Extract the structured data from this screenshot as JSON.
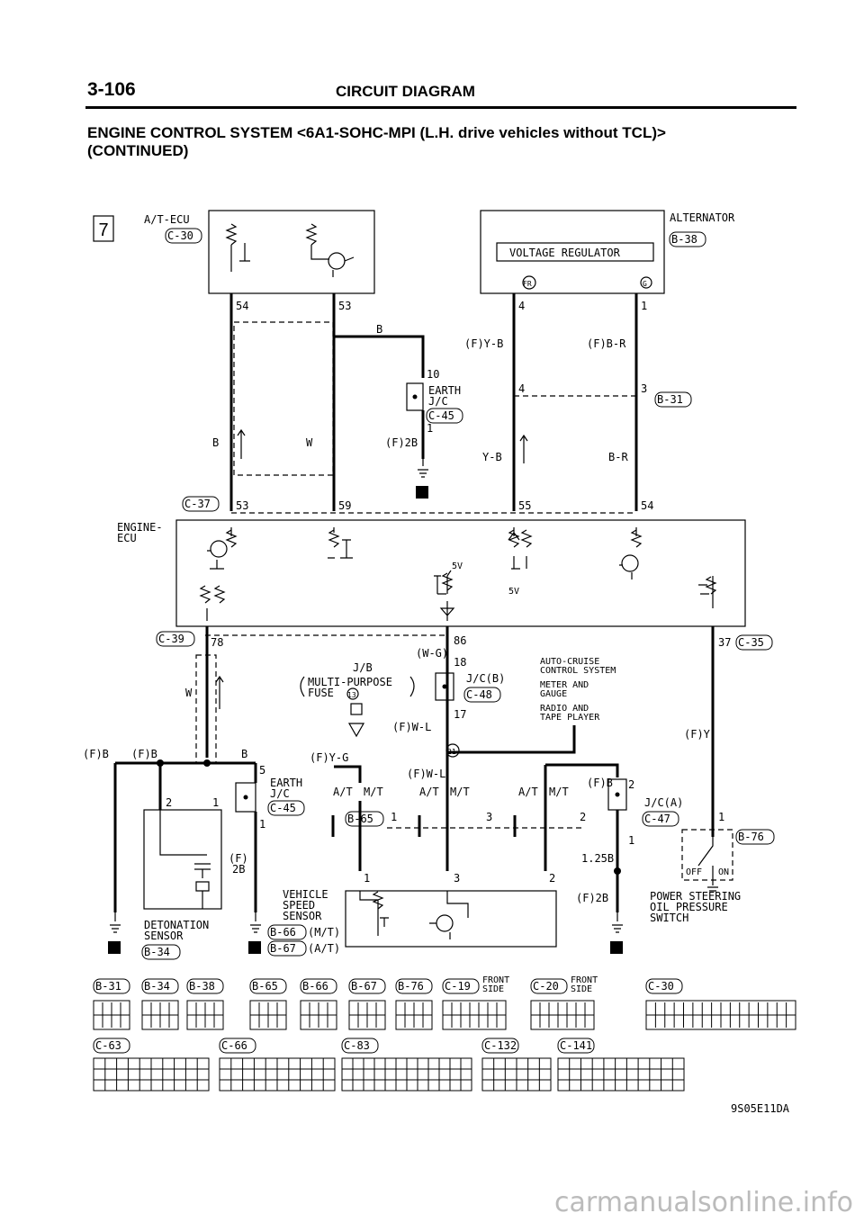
{
  "page": {
    "number": "3-106",
    "section": "CIRCUIT DIAGRAM",
    "title_line1": "ENGINE CONTROL SYSTEM <6A1-SOHC-MPI (L.H. drive vehicles without TCL)>",
    "title_line2": "(CONTINUED)",
    "figure_id": "9S05E11DA",
    "footer_site": "carmanualsonline.info"
  },
  "diagram": {
    "section_marker": "7",
    "components": {
      "at_ecu": {
        "name": "A/T-ECU",
        "connector": "C-30"
      },
      "alternator": {
        "name": "ALTERNATOR",
        "connector": "B-38",
        "inner": "VOLTAGE REGULATOR",
        "term_fr": "FR",
        "term_g": "G"
      },
      "engine_ecu": {
        "name": "ENGINE-",
        "name2": "ECU"
      },
      "earth_jc_top": {
        "name": "EARTH",
        "name2": "J/C",
        "connector": "C-45"
      },
      "earth_jc_bot": {
        "name": "EARTH",
        "name2": "J/C",
        "connector": "C-45"
      },
      "jb": {
        "name": "J/B",
        "fuse": "MULTI-PURPOSE",
        "fuse2": "FUSE",
        "fuse_no": "13"
      },
      "jc_b": {
        "name": "J/C(B)",
        "connector": "C-48"
      },
      "jc_a": {
        "name": "J/C(A)",
        "connector": "C-47"
      },
      "detonation": {
        "name": "DETONATION",
        "name2": "SENSOR",
        "connector": "B-34"
      },
      "vss": {
        "name": "VEHICLE",
        "name2": "SPEED",
        "name3": "SENSOR",
        "connector_mt": "B-66",
        "mt": "(M/T)",
        "connector_at": "B-67",
        "at": "(A/T)"
      },
      "ps_switch": {
        "name": "POWER STEERING",
        "name2": "OIL PRESSURE",
        "name3": "SWITCH",
        "connector": "B-76",
        "off": "OFF",
        "on": "ON"
      }
    },
    "notes": [
      "AUTO-CRUISE",
      "CONTROL SYSTEM",
      "METER AND",
      "GAUGE",
      "RADIO AND",
      "TAPE PLAYER"
    ],
    "labels": {
      "t54": "54",
      "t53": "53",
      "t4": "4",
      "t1": "1",
      "t10": "10",
      "t1b": "1",
      "t4b": "4",
      "t3": "3",
      "c31": "B-31",
      "c37": "C-37",
      "c53": "53",
      "c59": "59",
      "c55": "55",
      "c54": "54",
      "c39": "C-39",
      "c78": "78",
      "c86": "86",
      "c18": "18",
      "c17": "17",
      "c37b": "37",
      "c35": "C-35",
      "wB": "B",
      "wB2": "B",
      "wW": "W",
      "wW2": "W",
      "wF2B": "(F)2B",
      "wYB": "(F)Y-B",
      "wBR": "(F)B-R",
      "wYB2": "Y-B",
      "wBR2": "B-R",
      "wWG": "(W-G)",
      "wWL": "(F)W-L",
      "wWL2": "(F)W-L",
      "wYG": "(F)Y-G",
      "wFB1": "(F)B",
      "wFB2": "(F)B",
      "wFB3": "(F)B",
      "wFY": "(F)Y",
      "wB3": "B",
      "wF": "(F)",
      "w2B": "2B",
      "v5a": "5V",
      "v5b": "5V",
      "n21": "21",
      "n5": "5",
      "n1a": "1",
      "n2a": "2",
      "n1b": "1",
      "at1": "A/T",
      "mt1": "M/T",
      "at2": "A/T",
      "mt2": "M/T",
      "at3": "A/T",
      "mt3": "M/T",
      "b65": "B-65",
      "n1c": "1",
      "n3": "3",
      "n2b": "2",
      "n2c": "2",
      "n1d": "1",
      "n1e": "1",
      "n3b": "3",
      "n2d": "2",
      "w125": "1.25B",
      "wF2B2": "(F)2B",
      "n1f": "1",
      "n1g": "1"
    },
    "connector_index_row1": [
      {
        "id": "B-31"
      },
      {
        "id": "B-34"
      },
      {
        "id": "B-38"
      },
      {
        "id": "B-65"
      },
      {
        "id": "B-66"
      },
      {
        "id": "B-67"
      },
      {
        "id": "B-76"
      },
      {
        "id": "C-19",
        "note": "FRONT",
        "note2": "SIDE"
      },
      {
        "id": "C-20",
        "note": "FRONT",
        "note2": "SIDE"
      },
      {
        "id": "C-30"
      }
    ],
    "connector_index_row2": [
      {
        "id": "C-63"
      },
      {
        "id": "C-66"
      },
      {
        "id": "C-83"
      },
      {
        "id": "C-132"
      },
      {
        "id": "C-141"
      }
    ]
  }
}
